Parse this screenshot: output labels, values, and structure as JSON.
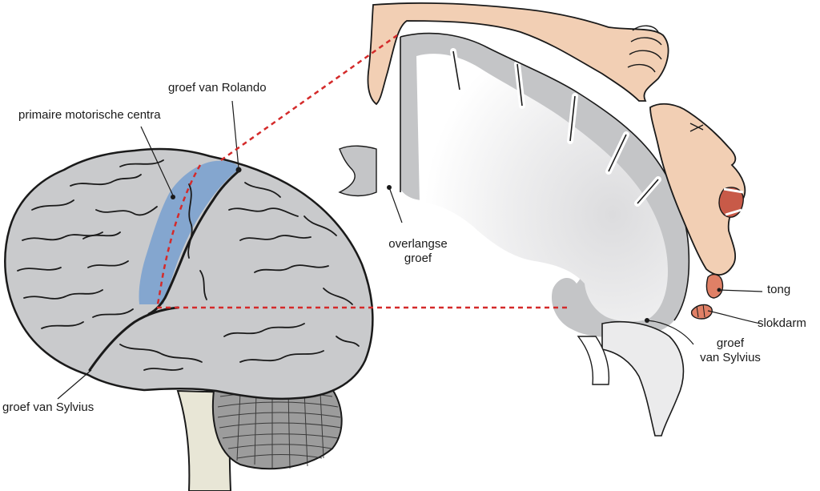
{
  "labels": {
    "rolando": "groef van Rolando",
    "motor": "primaire motorische centra",
    "sylvius_left": "groef van Sylvius",
    "overlangse_1": "overlangse",
    "overlangse_2": "groef",
    "tong": "tong",
    "slokdarm": "slokdarm",
    "sylvius_right_1": "groef",
    "sylvius_right_2": "van Sylvius"
  },
  "colors": {
    "brain": "#c9cacc",
    "brain_outline": "#1a1a1a",
    "motor_area": "#7ea3cf",
    "cortex_grey": "#c4c5c7",
    "white_matter": "#ebebec",
    "skin": "#f2cfb4",
    "tongue": "#e08066",
    "dashed_line": "#d42a2a",
    "cerebellum": "#9a9a9a",
    "stem": "#e8e6d6"
  }
}
